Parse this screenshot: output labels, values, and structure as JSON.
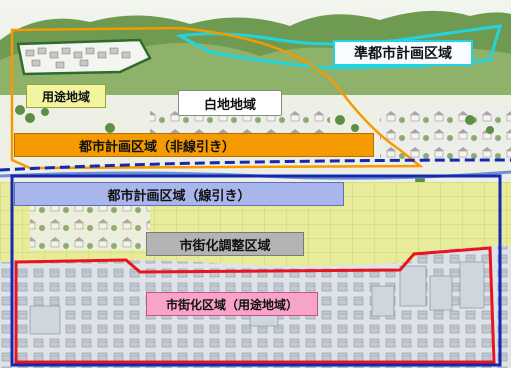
{
  "labels": {
    "jun_toshi": "準都市計画区域",
    "youto": "用途地域",
    "hakuchi": "白地地域",
    "hisenbiki": "都市計画区域（非線引き）",
    "senbiki": "都市計画区域（線引き）",
    "chosei": "市街化調整区域",
    "shigaika": "市街化区域（用途地域）"
  },
  "colors": {
    "jun_toshi_boundary": "#22d3e0",
    "hisenbiki_boundary": "#f59a00",
    "senbiki_boundary": "#1428b4",
    "shigaika_boundary": "#e8141e",
    "youto_outline": "#2f6b2f",
    "youto_label_bg": "#f2f4a0",
    "hisenbiki_label_bg": "#f59a00",
    "senbiki_label_bg": "#a9b6ec",
    "chosei_label_bg": "#b4b4b4",
    "shigaika_label_bg": "#f7a4c8"
  }
}
